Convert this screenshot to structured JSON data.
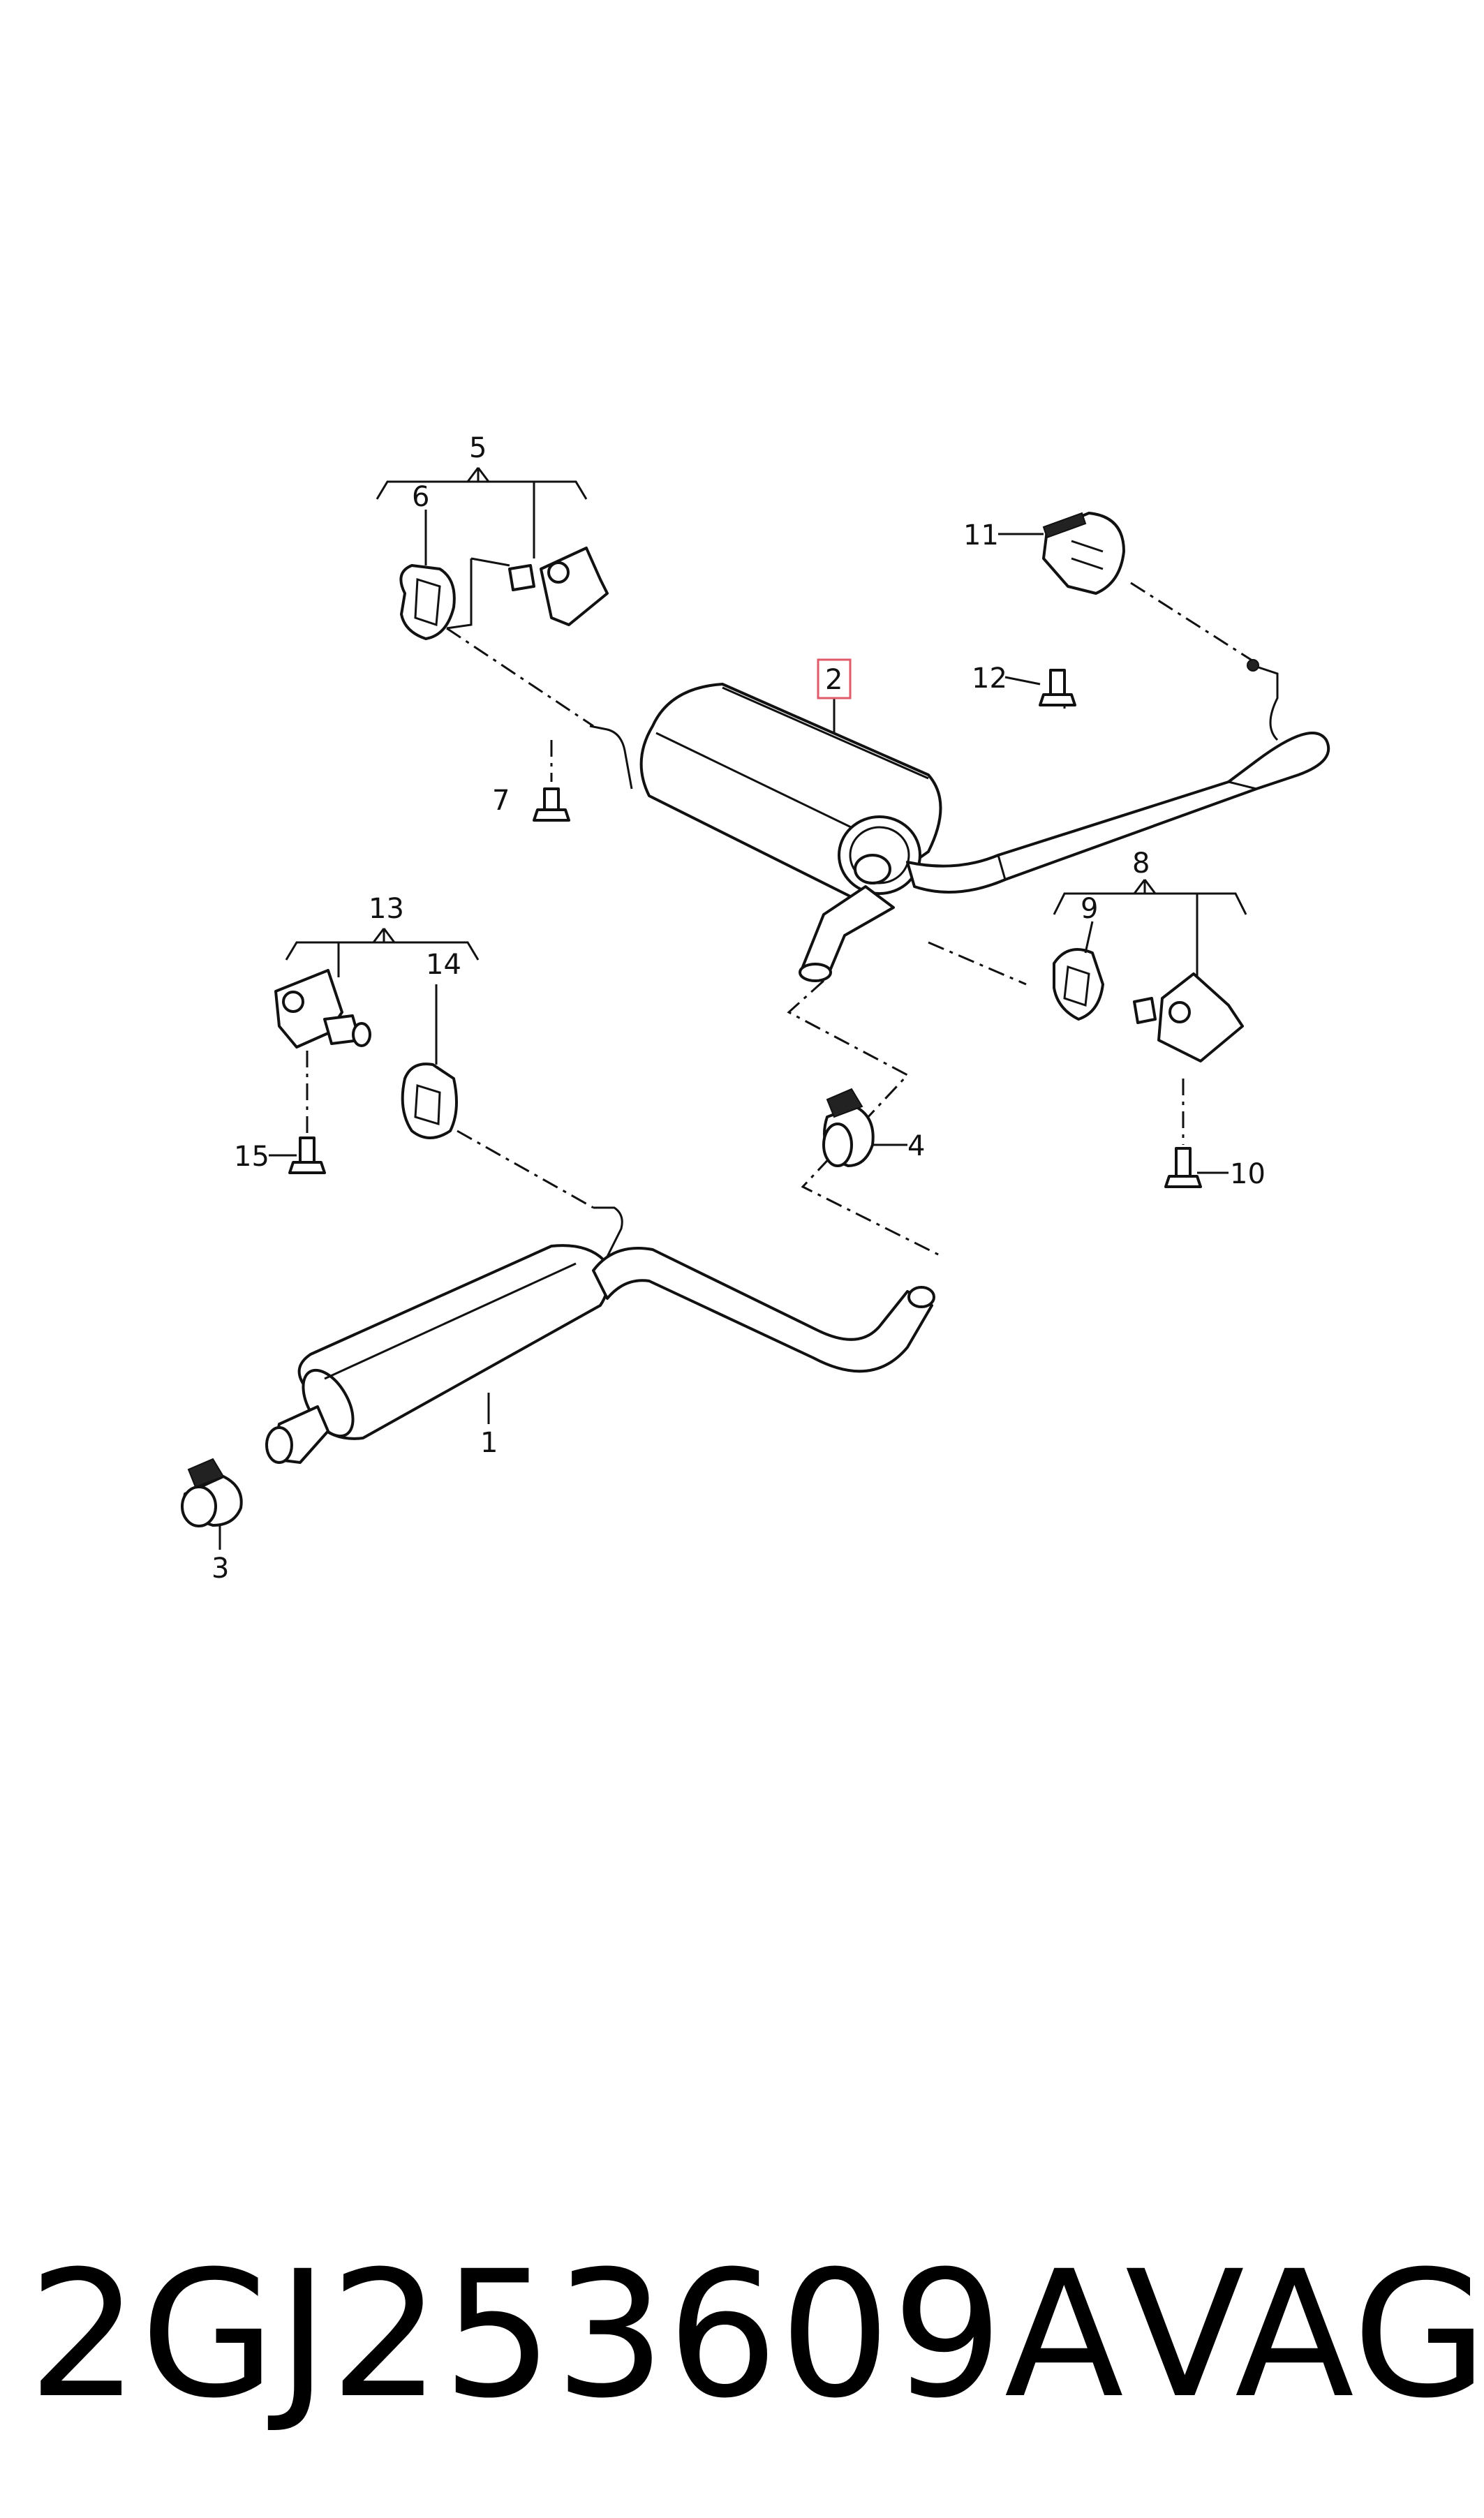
{
  "callouts": {
    "c1": "1",
    "c2": "2",
    "c3": "3",
    "c4": "4",
    "c5": "5",
    "c6": "6",
    "c7": "7",
    "c8": "8",
    "c9": "9",
    "c10": "10",
    "c11": "11",
    "c12": "12",
    "c13": "13",
    "c14": "14",
    "c15": "15"
  },
  "highlight_color": "#e05a6a",
  "caption": {
    "part_number": "2GJ253609A",
    "brand": "VAG"
  }
}
